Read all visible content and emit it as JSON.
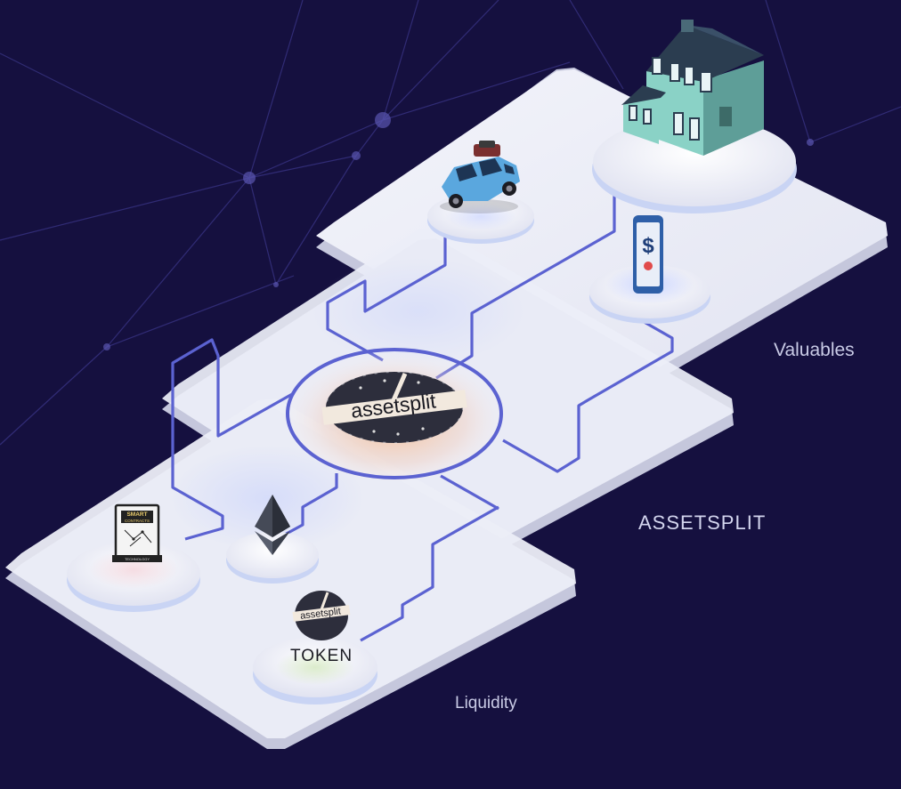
{
  "layers": {
    "valuables": "Valuables",
    "assetsplit": "ASSETSPLIT",
    "liquidity": "Liquidity"
  },
  "center_logo": {
    "text": "assetsplit"
  },
  "token": {
    "logo_text": "assetsplit",
    "label": "TOKEN"
  },
  "smart_contracts": {
    "line1": "SMART",
    "line2": "CONTRACTS",
    "line3": "TECHNOLOGY"
  },
  "phone": {
    "symbol": "$"
  },
  "colors": {
    "background": "#15103f",
    "platform": "#e9eaf5",
    "platform_edge": "#c7c9de",
    "circuit": "#5b62d1",
    "node_glow": "#8fa3ff"
  },
  "icons": [
    "house-icon",
    "car-icon",
    "smartphone-icon",
    "assetsplit-logo-icon",
    "ethereum-icon",
    "smart-contract-document-icon",
    "assetsplit-token-icon"
  ]
}
